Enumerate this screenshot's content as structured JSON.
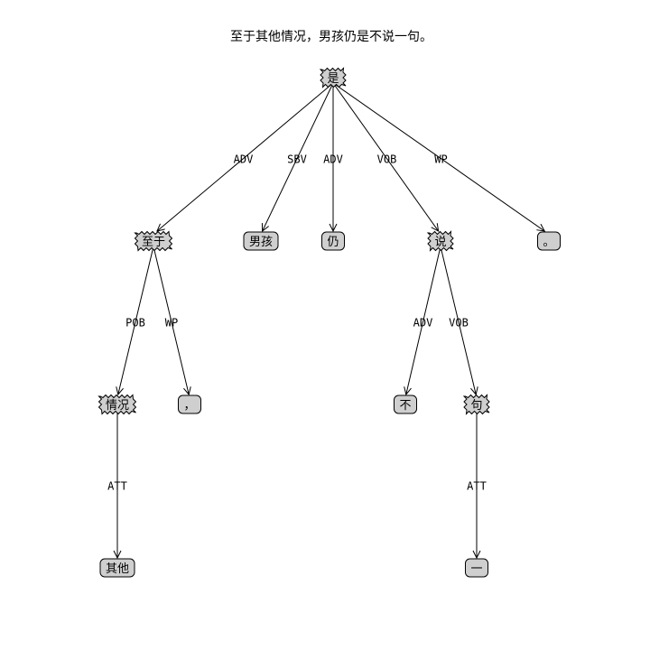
{
  "sentence": "至于其他情况，男孩仍是不说一句。",
  "colors": {
    "node_fill": "#cfcfcf",
    "node_stroke": "#000000",
    "edge": "#000000",
    "background": "#ffffff"
  },
  "nodes": [
    {
      "id": "n1",
      "text": "是",
      "shape": "zigzag"
    },
    {
      "id": "n2",
      "text": "至于",
      "shape": "zigzag"
    },
    {
      "id": "n3",
      "text": "男孩",
      "shape": "round"
    },
    {
      "id": "n4",
      "text": "仍",
      "shape": "round"
    },
    {
      "id": "n5",
      "text": "说",
      "shape": "zigzag"
    },
    {
      "id": "n6",
      "text": "。",
      "shape": "round"
    },
    {
      "id": "n7",
      "text": "情况",
      "shape": "zigzag"
    },
    {
      "id": "n8",
      "text": "，",
      "shape": "round"
    },
    {
      "id": "n9",
      "text": "不",
      "shape": "round"
    },
    {
      "id": "n10",
      "text": "句",
      "shape": "zigzag"
    },
    {
      "id": "n11",
      "text": "其他",
      "shape": "round"
    },
    {
      "id": "n12",
      "text": "一",
      "shape": "round"
    }
  ],
  "edges": [
    {
      "from": "n1",
      "to": "n2",
      "label": "ADV"
    },
    {
      "from": "n1",
      "to": "n3",
      "label": "SBV"
    },
    {
      "from": "n1",
      "to": "n4",
      "label": "ADV"
    },
    {
      "from": "n1",
      "to": "n5",
      "label": "VOB"
    },
    {
      "from": "n1",
      "to": "n6",
      "label": "WP"
    },
    {
      "from": "n2",
      "to": "n7",
      "label": "POB"
    },
    {
      "from": "n2",
      "to": "n8",
      "label": "WP"
    },
    {
      "from": "n5",
      "to": "n9",
      "label": "ADV"
    },
    {
      "from": "n5",
      "to": "n10",
      "label": "VOB"
    },
    {
      "from": "n7",
      "to": "n11",
      "label": "ATT"
    },
    {
      "from": "n10",
      "to": "n12",
      "label": "ATT"
    }
  ]
}
